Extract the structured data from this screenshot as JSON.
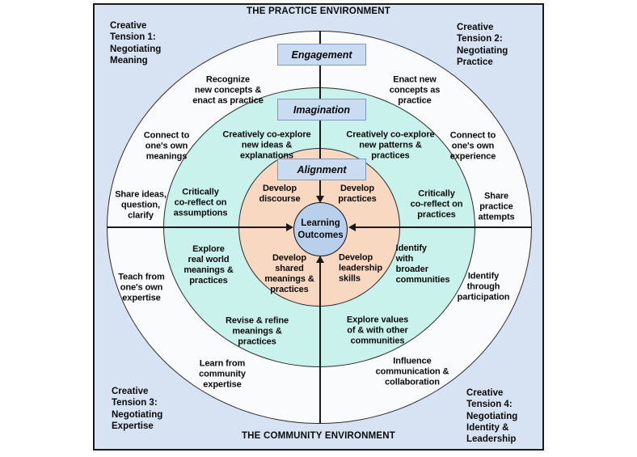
{
  "environment": {
    "top_title": "THE PRACTICE ENVIRONMENT",
    "bottom_title": "THE COMMUNITY ENVIRONMENT"
  },
  "corners": {
    "tl": "Creative\nTension 1:\nNegotiating\nMeaning",
    "tr": "Creative\nTension 2:\nNegotiating\nPractice",
    "bl": "Creative\nTension 3:\nNegotiating\nExpertise",
    "br": "Creative\nTension 4:\nNegotiating\nIdentity &\nLeadership"
  },
  "modes": {
    "engagement": "Engagement",
    "imagination": "Imagination",
    "alignment": "Alignment"
  },
  "center_label": "Learning\nOutcomes",
  "labels": [
    {
      "id": "recognize-new-concepts",
      "text": "Recognize\nnew concepts &\nenact as practice"
    },
    {
      "id": "enact-new-concepts",
      "text": "Enact new\nconcepts as\npractice"
    },
    {
      "id": "connect-own-meanings",
      "text": "Connect to\none's own\nmeanings"
    },
    {
      "id": "co-explore-ideas",
      "text": "Creatively co-explore\nnew ideas &\nexplanations"
    },
    {
      "id": "co-explore-patterns",
      "text": "Creatively co-explore\nnew patterns &\npractices"
    },
    {
      "id": "connect-own-experience",
      "text": "Connect to\none's own\nexperience"
    },
    {
      "id": "share-ideas",
      "text": "Share ideas,\nquestion,\nclarify"
    },
    {
      "id": "co-reflect-assumptions",
      "text": "Critically\nco-reflect on\nassumptions"
    },
    {
      "id": "develop-discourse",
      "text": "Develop\ndiscourse"
    },
    {
      "id": "develop-practices",
      "text": "Develop\npractices"
    },
    {
      "id": "co-reflect-practices",
      "text": "Critically\nco-reflect on\npractices"
    },
    {
      "id": "share-practice-attempts",
      "text": "Share\npractice\nattempts"
    },
    {
      "id": "explore-real-world",
      "text": "Explore\nreal world\nmeanings &\npractices"
    },
    {
      "id": "develop-shared-meanings",
      "text": "Develop\nshared\nmeanings &\npractices"
    },
    {
      "id": "develop-leadership",
      "text": "Develop\nleadership\nskills"
    },
    {
      "id": "identify-broader",
      "text": "Identify\nwith\nbroader\ncommunities"
    },
    {
      "id": "identify-participation",
      "text": "Identify\nthrough\nparticipation"
    },
    {
      "id": "teach-own-expertise",
      "text": "Teach from\none's own\nexpertise"
    },
    {
      "id": "revise-refine",
      "text": "Revise & refine\nmeanings &\npractices"
    },
    {
      "id": "explore-values",
      "text": "Explore values\nof & with other\ncommunities"
    },
    {
      "id": "learn-community",
      "text": "Learn from\ncommunity\nexpertise"
    },
    {
      "id": "influence-communication",
      "text": "Influence\ncommunication &\ncollaboration"
    }
  ],
  "colors": {
    "bg_fill": "#d7e3f3",
    "ring_outer": "#fafbfd",
    "ring_mid": "#c9f2ec",
    "ring_inner": "#f9d8c2",
    "center_fill": "#b9d0ec",
    "mode_fill": "#c9dcf2",
    "mode_border": "#7f99bd"
  }
}
